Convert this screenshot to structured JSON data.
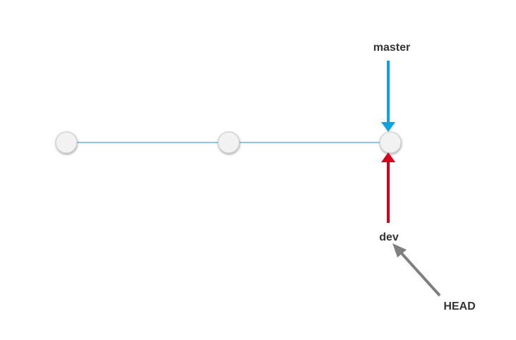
{
  "labels": {
    "master": "master",
    "dev": "dev",
    "head": "HEAD"
  },
  "colors": {
    "background": "#ffffff",
    "commit_line": "#1a8fd8",
    "commit_fill": "#f2f2f2",
    "commit_stroke": "#c8c8c8",
    "master_arrow": "#0aa3e8",
    "dev_arrow": "#d9001b",
    "head_arrow": "#7f7f7f",
    "label_text": "#333333"
  }
}
